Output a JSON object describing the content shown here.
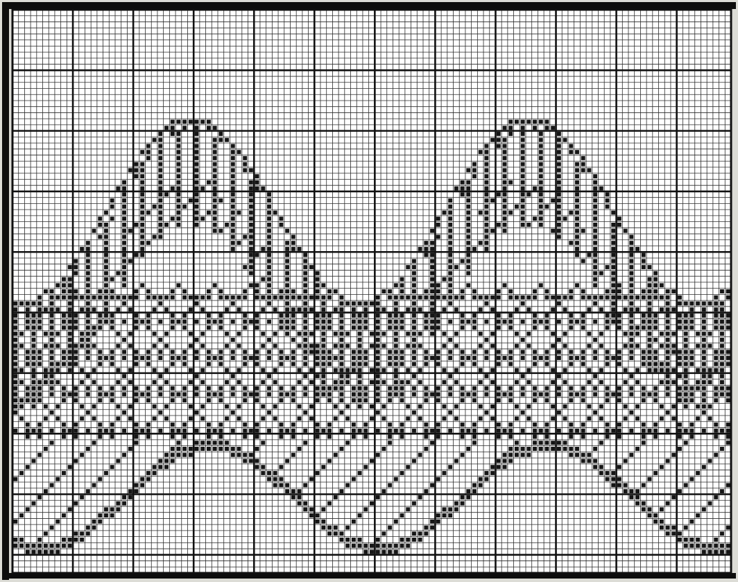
{
  "figure": {
    "kind": "filet crochet pattern chart",
    "colors": {
      "paper": "#ffffff",
      "grid_line": "#2a2a2a",
      "major_line": "#111111",
      "filled_square": "#161616",
      "border": "#0d0d0d",
      "scan_background": "#dcdcd6"
    },
    "grid": {
      "columns": 119,
      "rows": 93,
      "major_every": 10
    },
    "motif": {
      "name": "two-arch wave",
      "repeats": 2
    }
  }
}
